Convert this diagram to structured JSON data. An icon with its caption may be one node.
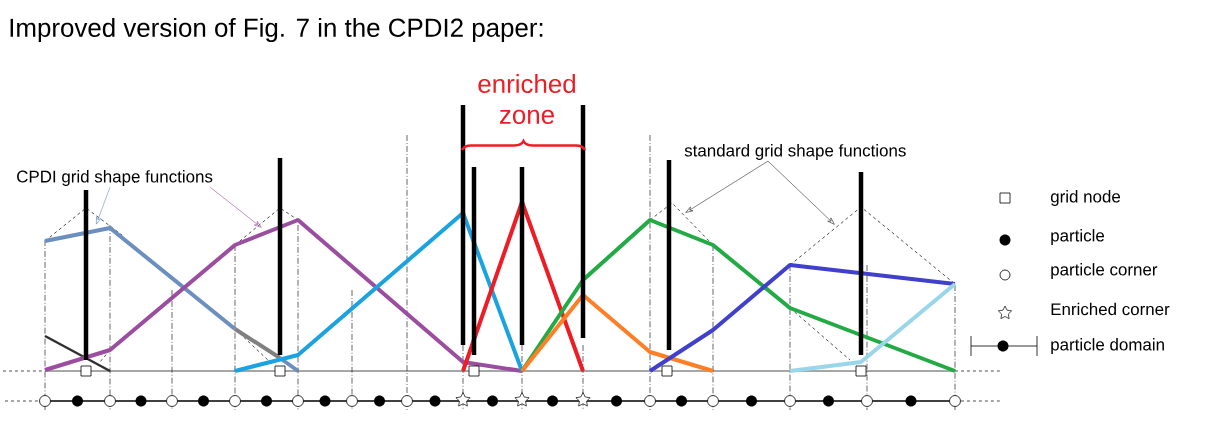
{
  "diagram": {
    "title": "Improved version of Fig. 7 in the CPDI2 paper:",
    "nodes": [
      {
        "text": [
          "CPDI grid shape functions"
        ]
      },
      {
        "text": [
          "standard grid shape functions"
        ]
      }
    ],
    "edges": [
      {
        "from": 0,
        "to": null,
        "arrow": "to",
        "color": "#6b8fbf"
      },
      {
        "from": 0,
        "to": null,
        "arrow": "to",
        "color": "#9b4ea0"
      },
      {
        "from": 1,
        "to": null,
        "arrow": "to"
      },
      {
        "from": 1,
        "to": null,
        "arrow": "to"
      }
    ],
    "labels": [
      "enriched zone"
    ],
    "legend": [
      {
        "text": "grid node"
      },
      {
        "text": "particle"
      },
      {
        "text": "particle corner"
      },
      {
        "text": "Enriched corner"
      },
      {
        "text": "particle domain"
      }
    ]
  }
}
